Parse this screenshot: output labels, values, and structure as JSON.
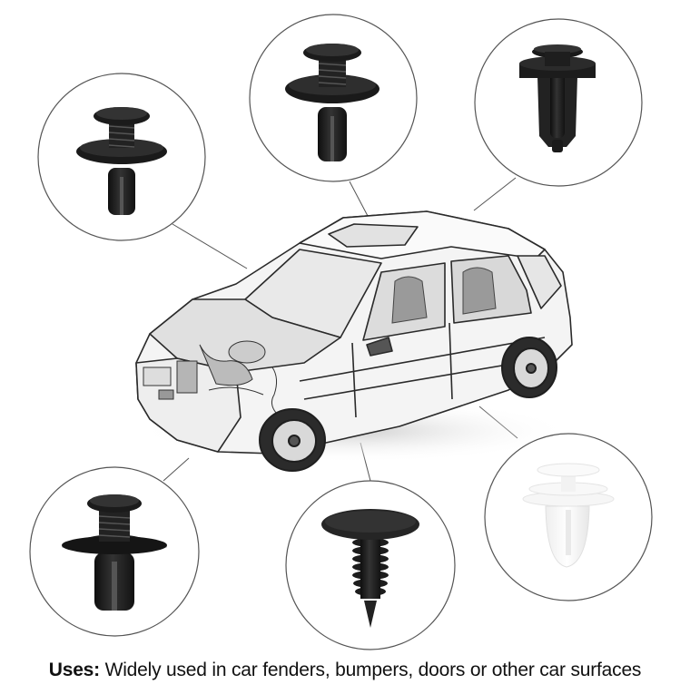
{
  "caption": {
    "label": "Uses:",
    "text": " Widely used in car fenders, bumpers, doors or other car surfaces"
  },
  "colors": {
    "background": "#ffffff",
    "circle_stroke": "#555555",
    "clip_black": "#1c1c1c",
    "clip_white": "#f4f4f4",
    "car_line": "#2a2a2a",
    "car_fill": "#f2f2f2"
  },
  "callouts": [
    {
      "id": "clip-1",
      "position": "top-left",
      "type": "black push-type rivet clip with screw head",
      "color": "black"
    },
    {
      "id": "clip-2",
      "position": "top-center",
      "type": "black push-type rivet clip with screw head",
      "color": "black"
    },
    {
      "id": "clip-3",
      "position": "top-right",
      "type": "black expansion push clip",
      "color": "black"
    },
    {
      "id": "clip-4",
      "position": "bottom-left",
      "type": "black push-type rivet clip with wide flange",
      "color": "black"
    },
    {
      "id": "clip-5",
      "position": "bottom-center",
      "type": "black fir-tree push clip",
      "color": "black"
    },
    {
      "id": "clip-6",
      "position": "bottom-right",
      "type": "white door panel trim clip",
      "color": "white"
    }
  ],
  "illustration": {
    "subject": "cutaway car line drawing"
  }
}
